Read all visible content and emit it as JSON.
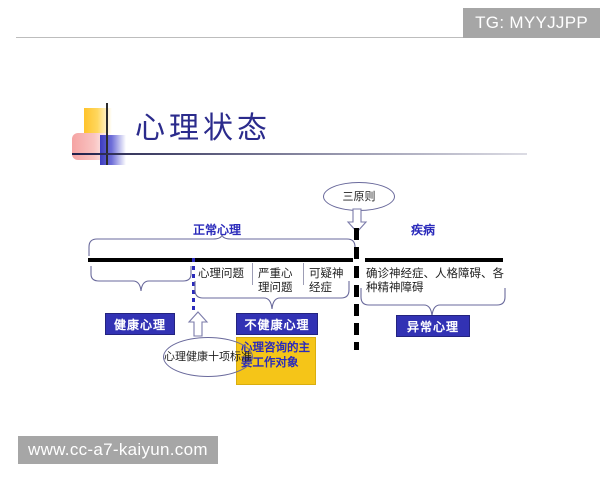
{
  "watermarks": {
    "top": "TG: MYYJJPP",
    "bottom": "www.cc-a7-kaiyun.com"
  },
  "slide": {
    "title": "心理状态"
  },
  "diagram": {
    "top_labels": {
      "normal": "正常心理",
      "disease": "疾病"
    },
    "callout_three_principles": "三原则",
    "cells": [
      {
        "name": "psychological-problem",
        "text": "心理问题"
      },
      {
        "name": "severe-psychological-problem",
        "text": "严重心理问题"
      },
      {
        "name": "suspected-neurosis",
        "text": "可疑神经症"
      },
      {
        "name": "confirmed-disorders",
        "text": "确诊神经症、人格障碍、各种精神障碍"
      }
    ],
    "boxes": {
      "healthy": "健康心理",
      "unhealthy": "不健康心理",
      "abnormal": "异常心理",
      "highlight": "心理咨询的主要工作对象"
    },
    "callout_ten_criteria": "心理健康十项标准",
    "colors": {
      "box_blue": "#3232b4",
      "box_yellow": "#f5c518",
      "label_navy": "#2b2bbb",
      "bar_black": "#000000",
      "watermark_gray": "#a6a6a6"
    }
  }
}
